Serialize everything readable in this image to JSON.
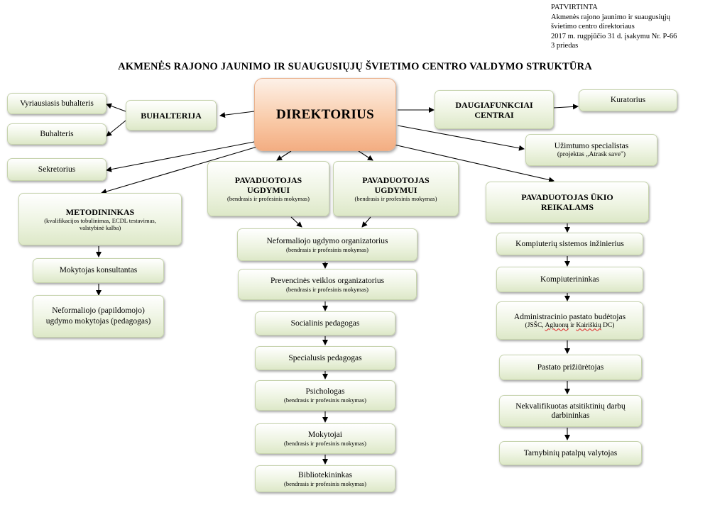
{
  "approval": {
    "line1": "PATVIRTINTA",
    "line2": "Akmenės rajono jaunimo ir suaugusiųjų",
    "line3": "švietimo centro direktoriaus",
    "line4": "2017 m. rugpjūčio 31 d. įsakymu Nr. P-66",
    "line5": "3 priedas"
  },
  "title": "AKMENĖS RAJONO JAUNIMO IR SUAUGUSIŲJŲ ŠVIETIMO CENTRO VALDYMO STRUKTŪRA",
  "nodes": {
    "direktorius": "DIREKTORIUS",
    "buhalterija": "BUHALTERIJA",
    "vyr_buhalteris": "Vyriausiasis buhalteris",
    "buhalteris": "Buhalteris",
    "sekretorius": "Sekretorius",
    "daugiafunkciai": "DAUGIAFUNKCIAI CENTRAI",
    "kuratorius": "Kuratorius",
    "uzimtumo": "Užimtumo specialistas",
    "uzimtumo_sub": "(projektas „Atrask save\")",
    "metodininkas": "METODININKAS",
    "metodininkas_sub": "(kvalifikacijos tobulinimas, ECDL testavimas, valstybinė kalba)",
    "mokytojas_konsultantas": "Mokytojas konsultantas",
    "neformaliojo_papild": "Neformaliojo (papildomojo) ugdymo mokytojas (pedagogas)",
    "pav_ugdymui_1": "PAVADUOTOJAS UGDYMUI",
    "pav_ugdymui_1_sub": "(bendrasis ir profesinis mokymas)",
    "pav_ugdymui_2": "PAVADUOTOJAS UGDYMUI",
    "pav_ugdymui_2_sub": "(bendrasis ir profesinis mokymas)",
    "pav_ukio": "PAVADUOTOJAS ŪKIO REIKALAMS",
    "neform_org": "Neformaliojo ugdymo organizatorius",
    "neform_org_sub": "(bendrasis ir profesinis mokymas)",
    "prevencines": "Prevencinės veiklos organizatorius",
    "prevencines_sub": "(bendrasis ir profesinis mokymas)",
    "socialinis": "Socialinis pedagogas",
    "specialusis": "Specialusis pedagogas",
    "psichologas": "Psichologas",
    "psichologas_sub": "(bendrasis ir profesinis mokymas)",
    "mokytojai": "Mokytojai",
    "mokytojai_sub": "(bendrasis ir profesinis mokymas)",
    "bibliotekininkas": "Bibliotekininkas",
    "bibliotekininkas_sub": "(bendrasis ir profesinis mokymas)",
    "kompiuteriu_inz": "Kompiuterių sistemos inžinierius",
    "kompiuterininkas": "Kompiuterininkas",
    "admin_budetojas": "Administracinio pastato budėtojas",
    "admin_budetojas_sub_a": "(JSŠC, ",
    "admin_budetojas_sub_b": "Agluonų",
    "admin_budetojas_sub_c": " ir ",
    "admin_budetojas_sub_d": "Kairiškių",
    "admin_budetojas_sub_e": " DC)",
    "priziuretojas": "Pastato prižiūrėtojas",
    "nekvalifikuotas": "Nekvalifikuotas atsitiktinių darbų darbininkas",
    "valytojas": "Tarnybinių patalpų valytojas"
  }
}
